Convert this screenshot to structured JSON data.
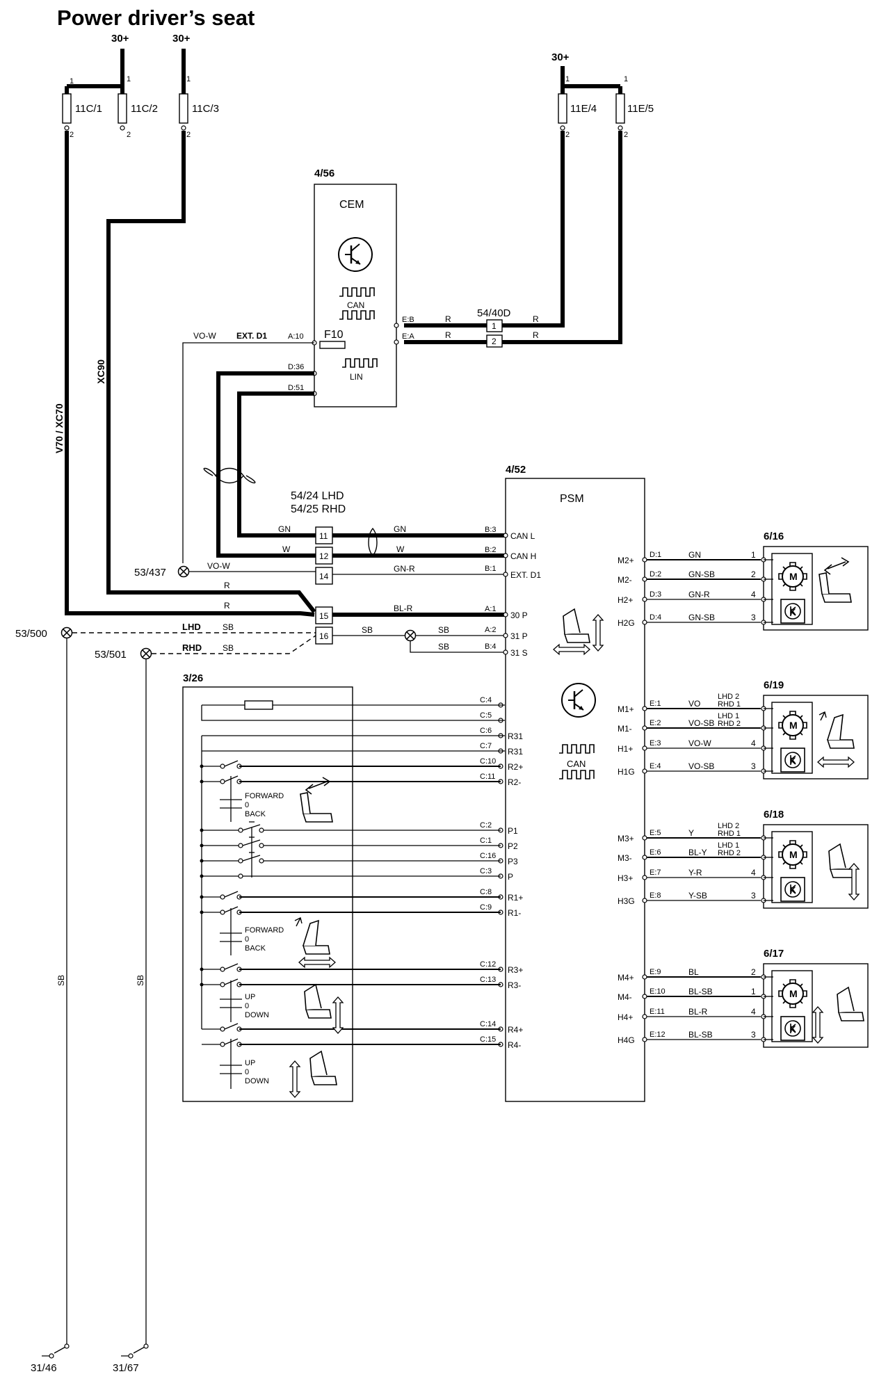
{
  "title": "Power driver’s seat",
  "power": {
    "p1": "30+",
    "p2": "30+",
    "p3": "30+"
  },
  "fuses": {
    "f1": "11C/1",
    "f2": "11C/2",
    "f3": "11C/3",
    "f4": "11E/4",
    "f5": "11E/5",
    "pin1": "1",
    "pin2": "2"
  },
  "variants": {
    "v70": "V70 / XC70",
    "xc90": "XC90"
  },
  "cem": {
    "id": "4/56",
    "name": "CEM",
    "can": "CAN",
    "lin": "LIN",
    "fuse": "F10",
    "pin_a10": "A:10",
    "pin_d36": "D:36",
    "pin_d51": "D:51",
    "pin_eb": "E:B",
    "pin_ea": "E:A"
  },
  "connector_5440": {
    "id": "54/40D",
    "pin1": "1",
    "pin2": "2"
  },
  "connector_5424": {
    "id_lhd": "54/24 LHD",
    "id_rhd": "54/25 RHD",
    "pins": [
      "11",
      "12",
      "14",
      "15",
      "16"
    ]
  },
  "ground_points": {
    "g437": "53/437",
    "g500": "53/500",
    "g501": "53/501",
    "e46": "31/46",
    "e67": "31/67"
  },
  "wires": {
    "vo_w": "VO-W",
    "ext_d1": "EXT. D1",
    "r": "R",
    "gn": "GN",
    "w": "W",
    "gn_r": "GN-R",
    "bl_r": "BL-R",
    "sb": "SB",
    "lhd": "LHD",
    "rhd": "RHD"
  },
  "psm": {
    "id": "4/52",
    "name": "PSM",
    "can": "CAN",
    "left_pins": [
      {
        "conn": "B:3",
        "label": "CAN L"
      },
      {
        "conn": "B:2",
        "label": "CAN H"
      },
      {
        "conn": "B:1",
        "label": "EXT. D1"
      },
      {
        "conn": "A:1",
        "label": "30 P"
      },
      {
        "conn": "A:2",
        "label": "31 P"
      },
      {
        "conn": "B:4",
        "label": "31 S"
      }
    ],
    "switch_pins": [
      {
        "conn": "C:4",
        "label": ""
      },
      {
        "conn": "C:5",
        "label": ""
      },
      {
        "conn": "C:6",
        "label": "R31"
      },
      {
        "conn": "C:7",
        "label": "R31"
      },
      {
        "conn": "C:10",
        "label": "R2+"
      },
      {
        "conn": "C:11",
        "label": "R2-"
      },
      {
        "conn": "C:2",
        "label": "P1"
      },
      {
        "conn": "C:1",
        "label": "P2"
      },
      {
        "conn": "C:16",
        "label": "P3"
      },
      {
        "conn": "C:3",
        "label": "P"
      },
      {
        "conn": "C:8",
        "label": "R1+"
      },
      {
        "conn": "C:9",
        "label": "R1-"
      },
      {
        "conn": "C:12",
        "label": "R3+"
      },
      {
        "conn": "C:13",
        "label": "R3-"
      },
      {
        "conn": "C:14",
        "label": "R4+"
      },
      {
        "conn": "C:15",
        "label": "R4-"
      }
    ]
  },
  "switch_panel": {
    "id": "3/26",
    "labels": {
      "forward": "FORWARD",
      "back": "BACK",
      "up": "UP",
      "down": "DOWN",
      "zero": "0"
    }
  },
  "motors": [
    {
      "id": "6/16",
      "pins": [
        {
          "plabel": "M2+",
          "conn": "D:1",
          "wire": "GN",
          "note1": "",
          "note2": "",
          "num": "1"
        },
        {
          "plabel": "M2-",
          "conn": "D:2",
          "wire": "GN-SB",
          "note1": "",
          "note2": "",
          "num": "2"
        },
        {
          "plabel": "H2+",
          "conn": "D:3",
          "wire": "GN-R",
          "note1": "",
          "note2": "",
          "num": "4"
        },
        {
          "plabel": "H2G",
          "conn": "D:4",
          "wire": "GN-SB",
          "note1": "",
          "note2": "",
          "num": "3"
        }
      ]
    },
    {
      "id": "6/19",
      "pins": [
        {
          "plabel": "M1+",
          "conn": "E:1",
          "wire": "VO",
          "note1": "LHD 2",
          "note2": "RHD 1",
          "num": ""
        },
        {
          "plabel": "M1-",
          "conn": "E:2",
          "wire": "VO-SB",
          "note1": "LHD 1",
          "note2": "RHD 2",
          "num": ""
        },
        {
          "plabel": "H1+",
          "conn": "E:3",
          "wire": "VO-W",
          "note1": "",
          "note2": "",
          "num": "4"
        },
        {
          "plabel": "H1G",
          "conn": "E:4",
          "wire": "VO-SB",
          "note1": "",
          "note2": "",
          "num": "3"
        }
      ]
    },
    {
      "id": "6/18",
      "pins": [
        {
          "plabel": "M3+",
          "conn": "E:5",
          "wire": "Y",
          "note1": "LHD 2",
          "note2": "RHD 1",
          "num": ""
        },
        {
          "plabel": "M3-",
          "conn": "E:6",
          "wire": "BL-Y",
          "note1": "LHD 1",
          "note2": "RHD 2",
          "num": ""
        },
        {
          "plabel": "H3+",
          "conn": "E:7",
          "wire": "Y-R",
          "note1": "",
          "note2": "",
          "num": "4"
        },
        {
          "plabel": "H3G",
          "conn": "E:8",
          "wire": "Y-SB",
          "note1": "",
          "note2": "",
          "num": "3"
        }
      ]
    },
    {
      "id": "6/17",
      "pins": [
        {
          "plabel": "M4+",
          "conn": "E:9",
          "wire": "BL",
          "note1": "",
          "note2": "",
          "num": "2"
        },
        {
          "plabel": "M4-",
          "conn": "E:10",
          "wire": "BL-SB",
          "note1": "",
          "note2": "",
          "num": "1"
        },
        {
          "plabel": "H4+",
          "conn": "E:11",
          "wire": "BL-R",
          "note1": "",
          "note2": "",
          "num": "4"
        },
        {
          "plabel": "H4G",
          "conn": "E:12",
          "wire": "BL-SB",
          "note1": "",
          "note2": "",
          "num": "3"
        }
      ]
    }
  ],
  "motor_symbol": {
    "m": "M",
    "k": "K"
  }
}
